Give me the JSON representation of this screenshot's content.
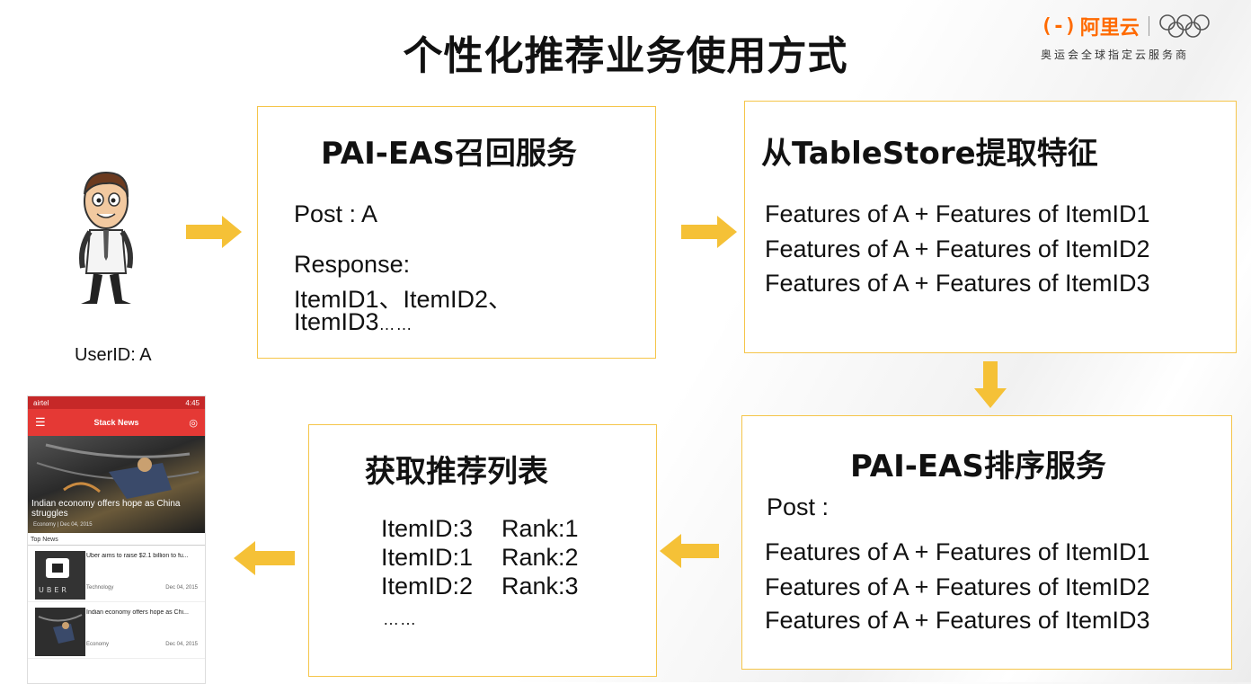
{
  "title": "个性化推荐业务使用方式",
  "logo": {
    "mark": "(-)",
    "brand": "阿里云",
    "subtitle": "奥运会全球指定云服务商"
  },
  "user": {
    "label": "UserID: A"
  },
  "recall_box": {
    "title": "PAI-EAS召回服务",
    "post": "Post : A",
    "response_label": "Response:",
    "response_line1": "ItemID1、ItemID2、",
    "response_line2": "ItemID3",
    "response_dots": "……"
  },
  "features_box": {
    "title": "从TableStore提取特征",
    "lines": [
      "Features of A + Features of ItemID1",
      "Features of A + Features of ItemID2",
      "Features of A + Features of ItemID3"
    ]
  },
  "rank_box": {
    "title": "PAI-EAS排序服务",
    "post": "Post :",
    "lines": [
      "Features of A + Features of ItemID1",
      "Features of A + Features of ItemID2",
      "Features of A + Features of ItemID3"
    ]
  },
  "list_box": {
    "title": "获取推荐列表",
    "rows": [
      {
        "item": "ItemID:3",
        "rank": "Rank:1"
      },
      {
        "item": "ItemID:1",
        "rank": "Rank:2"
      },
      {
        "item": "ItemID:2",
        "rank": "Rank:3"
      }
    ],
    "dots": "……"
  },
  "phone": {
    "carrier": "airtel",
    "time": "4:45",
    "app_title": "Stack News",
    "hero_title": "Indian economy offers hope as China struggles",
    "hero_meta": "Economy | Dec 04, 2015",
    "section": "Top News",
    "items": [
      {
        "title": "Uber aims to raise $2.1 billion to fu...",
        "category": "Technology",
        "date": "Dec 04, 2015"
      },
      {
        "title": "Indian economy offers hope as Chi...",
        "category": "Economy",
        "date": "Dec 04, 2015"
      }
    ]
  },
  "colors": {
    "box_border": "#f5c54a",
    "arrow": "#f5c137",
    "brand": "#ff6a00"
  }
}
